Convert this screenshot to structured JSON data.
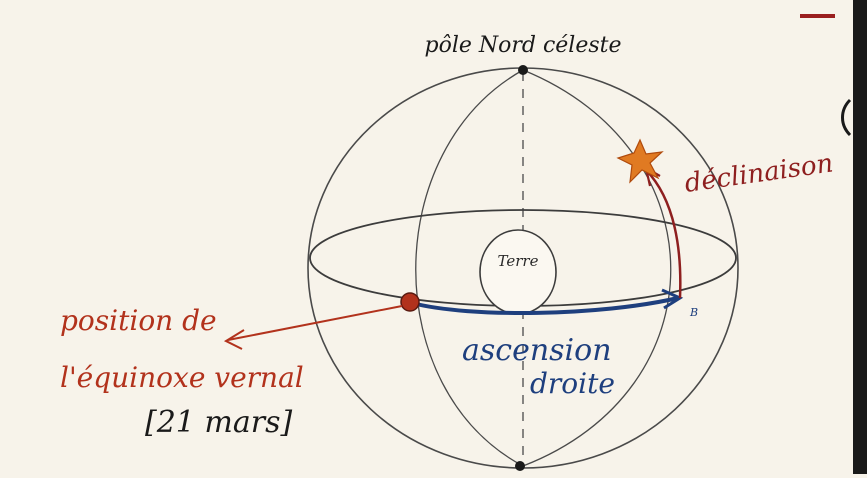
{
  "labels": {
    "pole": "pôle Nord céleste",
    "earth": "Terre",
    "declination": "déclinaison",
    "vernal_line1": "position de",
    "vernal_line2": "l'équinoxe vernal",
    "date": "[21 mars]",
    "ra_line1": "ascension",
    "ra_line2": "droite",
    "point_b": "B"
  },
  "colors": {
    "paper": "#f7f3ea",
    "pencil": "#3c3c3c",
    "vernal": "#b2321c",
    "declination": "#8e1f1f",
    "ascension": "#1e3f7e",
    "star": "#e07a22"
  }
}
